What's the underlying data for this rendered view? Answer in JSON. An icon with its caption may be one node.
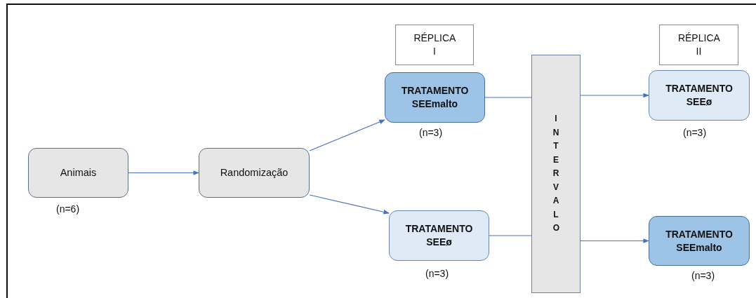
{
  "diagram": {
    "nodes": [
      {
        "text": [
          "Animais"
        ],
        "beside": [
          "(n=6)"
        ]
      },
      {
        "text": [
          "Randomização"
        ]
      },
      {
        "text": [
          "RÉPLICA I"
        ]
      },
      {
        "text": [
          "TRATAMENTO SEEmalto"
        ],
        "beside": [
          "(n=3)"
        ]
      },
      {
        "text": [
          "TRATAMENTO SEEø"
        ],
        "beside": [
          "(n=3)"
        ]
      },
      {
        "text": [
          "INTERVALO"
        ]
      },
      {
        "text": [
          "RÉPLICA II"
        ]
      },
      {
        "text": [
          "TRATAMENTO SEEø"
        ],
        "beside": [
          "(n=3)"
        ]
      },
      {
        "text": [
          "TRATAMENTO SEEmalto"
        ],
        "beside": [
          "(n=3)"
        ]
      }
    ],
    "edges": [
      {
        "from": 0,
        "to": 1,
        "arrow": "to"
      },
      {
        "from": 1,
        "to": 3,
        "arrow": "to"
      },
      {
        "from": 1,
        "to": 4,
        "arrow": "to"
      },
      {
        "from": 3,
        "to": 5,
        "arrow": "none"
      },
      {
        "from": 4,
        "to": 5,
        "arrow": "none"
      },
      {
        "from": 5,
        "to": 7,
        "arrow": "to"
      },
      {
        "from": 5,
        "to": 8,
        "arrow": "to"
      }
    ]
  }
}
